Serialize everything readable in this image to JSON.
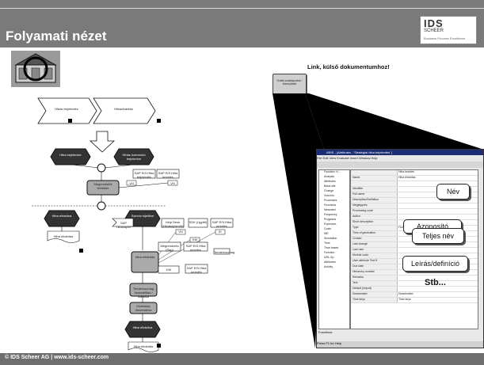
{
  "slide": {
    "title": "Folyamati nézet",
    "footer": "© IDS Scheer AG  |  www.ids-scheer.com"
  },
  "logo": {
    "text": "IDS",
    "sub": "SCHEER",
    "tag": "Business Process Excellence"
  },
  "link_callout": {
    "title": "Link, külső dokumentumhoz!",
    "doc_label": "Üzleti szabályzatok / bizonylatok"
  },
  "process": {
    "chevron_1": "Hibás bejelentés",
    "chevron_2": "Hibaelhárítás",
    "event_1": "Hiba bejelentve",
    "event_2": "Hibás üzemmód bejelentve",
    "function_1": "Megrendelés felvétele",
    "event_3": "Hiba elhárítva",
    "event_4": "Szerviz kijelölve",
    "function_2": "Hiba elhárítás",
    "function_3": "Tendercsomag összeállítás / kiadása",
    "function_4": "Munkalap összesítése",
    "function_5": "Munkalap lezárása",
    "event_5": "Hiba elhárítva",
    "box_sap_r3_1": "SAP R/3 Hiba bejelentés",
    "box_sap_r3_2": "SAP R/3 Hiba kezelés",
    "box_sap_hibanaplo": "SAP hibanapló",
    "box_helpdesk": "Help Desk (Hibabejelentő)",
    "box_sdk": "SDK (ügyfél)",
    "box_sap_r3_3": "SAP R/3 Hiba kezelés",
    "box_megrendeles": "Megrendelés (Sap)",
    "box_sap_r3_4": "SAP R/3 Hiba kezelés",
    "box_sap_r3_5": "SAP R/3 Hiba kezelés",
    "box_tendcsomag": "Tendercsomag",
    "doc_1": "Hiba elhárítás",
    "doc_2": "Hiba elhárítás",
    "tag_vh": "VH",
    "tag_km": "KM",
    "tag_ik": "IK"
  },
  "window": {
    "title": "ARIS - [Attributes - 'Stratégiai hiba bejelentés' ]",
    "menu": "File  Edit  View  Evaluate  Insert  Window  Help",
    "tree": [
      "Function: H...",
      "Analysis",
      "Attributes",
      "Basic attr.",
      "Change",
      "Sources",
      "Processes",
      "Functions",
      "Newsreel",
      "Frequency",
      "Programs",
      "Expenses",
      "Costs",
      "WE",
      "Simulation",
      "Time",
      "Time-based",
      "Function",
      "URL-Sp.",
      "Attributes",
      "Activity"
    ],
    "rows": [
      [
        "",
        "Hiba kezelés"
      ],
      [
        "Name",
        "Hiba elhárítás"
      ],
      [
        "",
        ""
      ],
      [
        "Identifier",
        ""
      ],
      [
        "Full name",
        ""
      ],
      [
        "Description/Definition",
        ""
      ],
      [
        "Megjegyzés",
        ""
      ],
      [
        "Processing code",
        ""
      ],
      [
        "Author",
        ""
      ],
      [
        "Short description",
        ""
      ],
      [
        "Type",
        "Function"
      ],
      [
        "Time of generation",
        ""
      ],
      [
        "Creator",
        ""
      ],
      [
        "Last change",
        ""
      ],
      [
        "Last user",
        ""
      ],
      [
        "Module code",
        ""
      ],
      [
        "User attribute Text 8",
        ""
      ],
      [
        "Due date",
        ""
      ],
      [
        "Hierarchy number",
        ""
      ],
      [
        "Remarks",
        ""
      ],
      [
        "Text",
        ""
      ],
      [
        "Default (import)",
        ""
      ],
      [
        "Deactivated",
        "Deactivated"
      ],
      [
        "Time keys",
        "Time keys"
      ]
    ],
    "tabs": "Functions",
    "status": "Press F1 for Help"
  },
  "callouts": {
    "nev": "Név",
    "azonosito": "Azonosító",
    "teljes_nev": "Teljes név",
    "leiras": "Leírás/definíció",
    "stb": "Stb..."
  }
}
